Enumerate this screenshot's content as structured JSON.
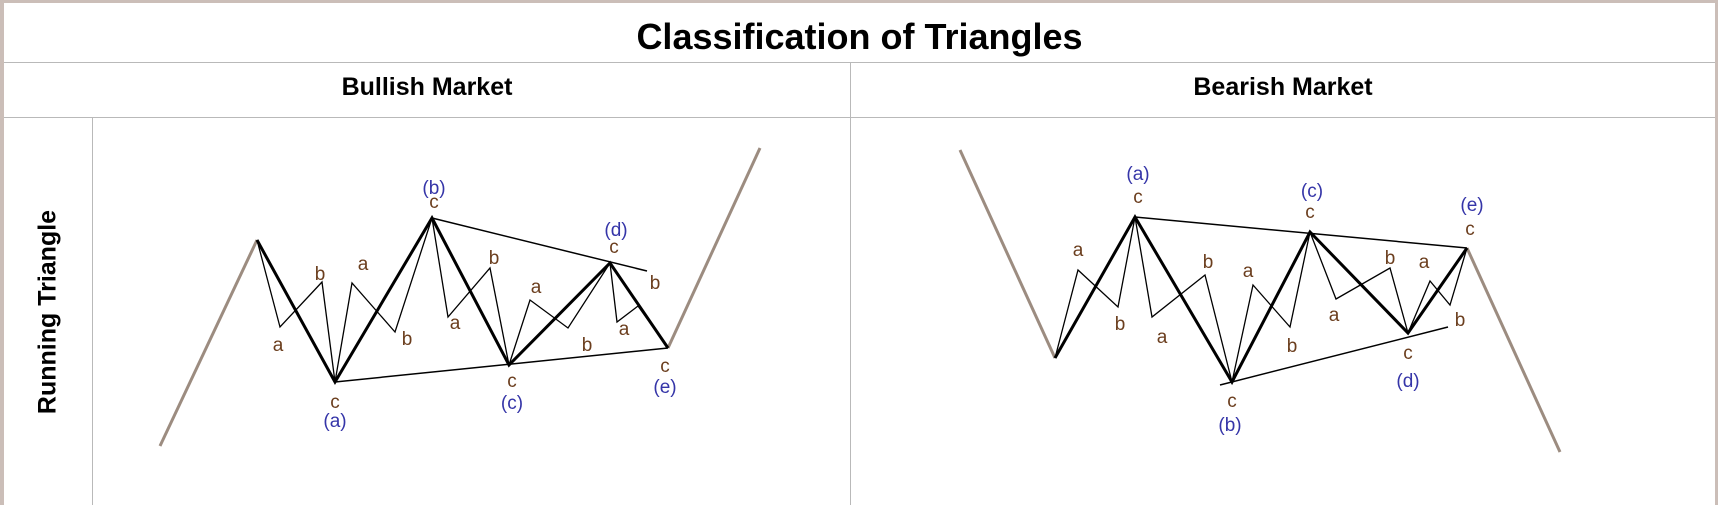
{
  "title": "Classification of Triangles",
  "columns": {
    "bullish": "Bullish Market",
    "bearish": "Bearish Market"
  },
  "row_label": "Running Triangle",
  "colors": {
    "trend_line": "#9c8c80",
    "wave_line": "#000000",
    "sub_wave_label": "#6b3e1e",
    "degree_label": "#3535a8",
    "border": "#cbbeb8",
    "grid": "#b9b9b9"
  },
  "bullish_diagram": {
    "degree_labels": [
      "(a)",
      "(b)",
      "(c)",
      "(d)",
      "(e)"
    ],
    "sub_wave_labels": [
      "a",
      "b",
      "c",
      "a",
      "b",
      "c",
      "a",
      "b",
      "c",
      "a",
      "b",
      "c",
      "a",
      "b",
      "c"
    ]
  },
  "bearish_diagram": {
    "degree_labels": [
      "(a)",
      "(b)",
      "(c)",
      "(d)",
      "(e)"
    ],
    "sub_wave_labels": [
      "a",
      "b",
      "c",
      "a",
      "b",
      "c",
      "a",
      "b",
      "c",
      "a",
      "b",
      "c",
      "a",
      "b",
      "c"
    ]
  }
}
